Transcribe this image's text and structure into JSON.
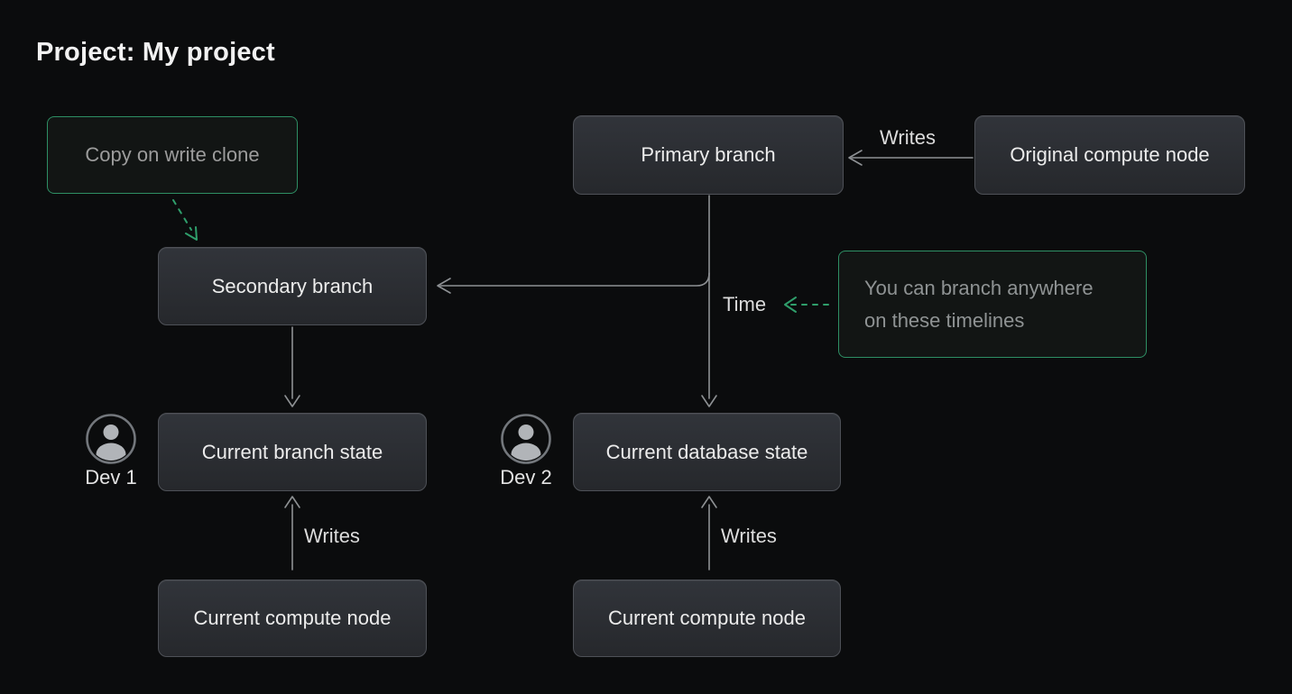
{
  "page": {
    "title": "Project: My project"
  },
  "colors": {
    "background": "#0b0c0d",
    "node_fill_top": "#31343a",
    "node_fill_bottom": "#26282c",
    "node_border": "#4e5157",
    "green_border": "#2e8f64",
    "green_arrow": "#2f9e6b",
    "gray_arrow": "#8e9194",
    "text_primary": "#ececec",
    "text_muted": "#9c9c9c"
  },
  "nodes": {
    "copy_on_write_clone": {
      "label": "Copy on write clone"
    },
    "primary_branch": {
      "label": "Primary branch"
    },
    "original_compute_node": {
      "label": "Original compute node"
    },
    "secondary_branch": {
      "label": "Secondary branch"
    },
    "branch_note": {
      "line1": "You can branch anywhere",
      "line2": "on these timelines"
    },
    "current_branch_state": {
      "label": "Current branch state"
    },
    "current_database_state": {
      "label": "Current database state"
    },
    "current_compute_node_left": {
      "label": "Current compute node"
    },
    "current_compute_node_middle": {
      "label": "Current compute node"
    }
  },
  "edge_labels": {
    "writes_top": "Writes",
    "time": "Time",
    "writes_left": "Writes",
    "writes_middle": "Writes"
  },
  "avatars": {
    "dev1": {
      "label": "Dev 1"
    },
    "dev2": {
      "label": "Dev 2"
    }
  }
}
